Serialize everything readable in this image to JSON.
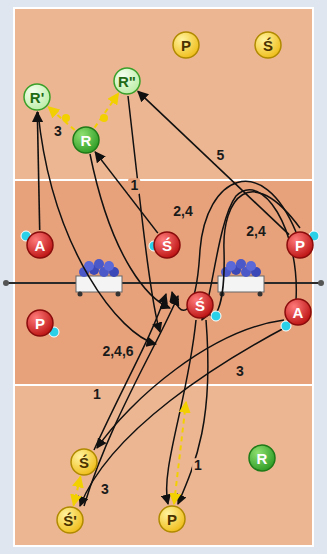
{
  "diagram": {
    "nodes": [
      {
        "text": [
          "P"
        ]
      },
      {
        "text": [
          "Ś"
        ]
      },
      {
        "text": [
          "R\""
        ]
      },
      {
        "text": [
          "R'"
        ]
      },
      {
        "text": [
          "R"
        ]
      },
      {
        "text": [
          "A"
        ]
      },
      {
        "text": [
          "Ś"
        ]
      },
      {
        "text": [
          "P"
        ]
      },
      {
        "text": [
          "Ś"
        ]
      },
      {
        "text": [
          "A"
        ]
      },
      {
        "text": [
          "P"
        ]
      },
      {
        "text": [
          "R"
        ]
      },
      {
        "text": [
          "Ś"
        ]
      },
      {
        "text": [
          "P"
        ]
      },
      {
        "text": [
          "Ś'"
        ]
      }
    ],
    "edges": [
      {
        "from": 5,
        "to": 3,
        "arrow": "to"
      },
      {
        "from": 6,
        "to": 4,
        "label": "1",
        "arrow": "to"
      },
      {
        "from": 7,
        "to": 2,
        "label": "5",
        "arrow": "to"
      },
      {
        "from": 4,
        "to": 3,
        "arrow": "to"
      },
      {
        "from": 4,
        "to": 2,
        "arrow": "to"
      },
      {
        "from": 12,
        "to": 14,
        "arrow": "both"
      }
    ],
    "labels": [
      "3",
      "2,4",
      "2,4",
      "2,4,6",
      "1",
      "3",
      "3",
      "1"
    ]
  }
}
